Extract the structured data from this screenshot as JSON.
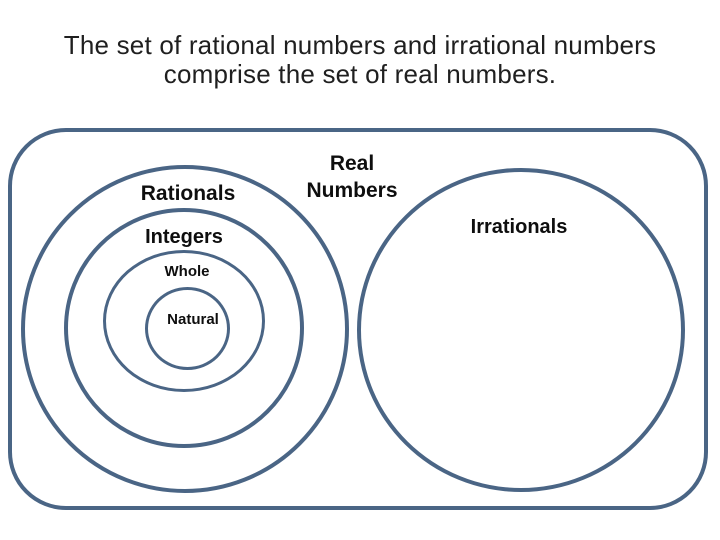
{
  "title": {
    "line1": "The set of rational numbers and irrational numbers",
    "line2": "comprise the set of real numbers."
  },
  "venn": {
    "real_label_line1": "Real",
    "real_label_line2": "Numbers",
    "rationals_label": "Rationals",
    "integers_label": "Integers",
    "whole_label": "Whole",
    "natural_label": "Natural",
    "irrationals_label": "Irrationals"
  },
  "colors": {
    "diagram_stroke": "#4A6585",
    "title_text": "#1F1F1F",
    "label_text": "#0E0E0E",
    "background": "#FFFFFF"
  }
}
